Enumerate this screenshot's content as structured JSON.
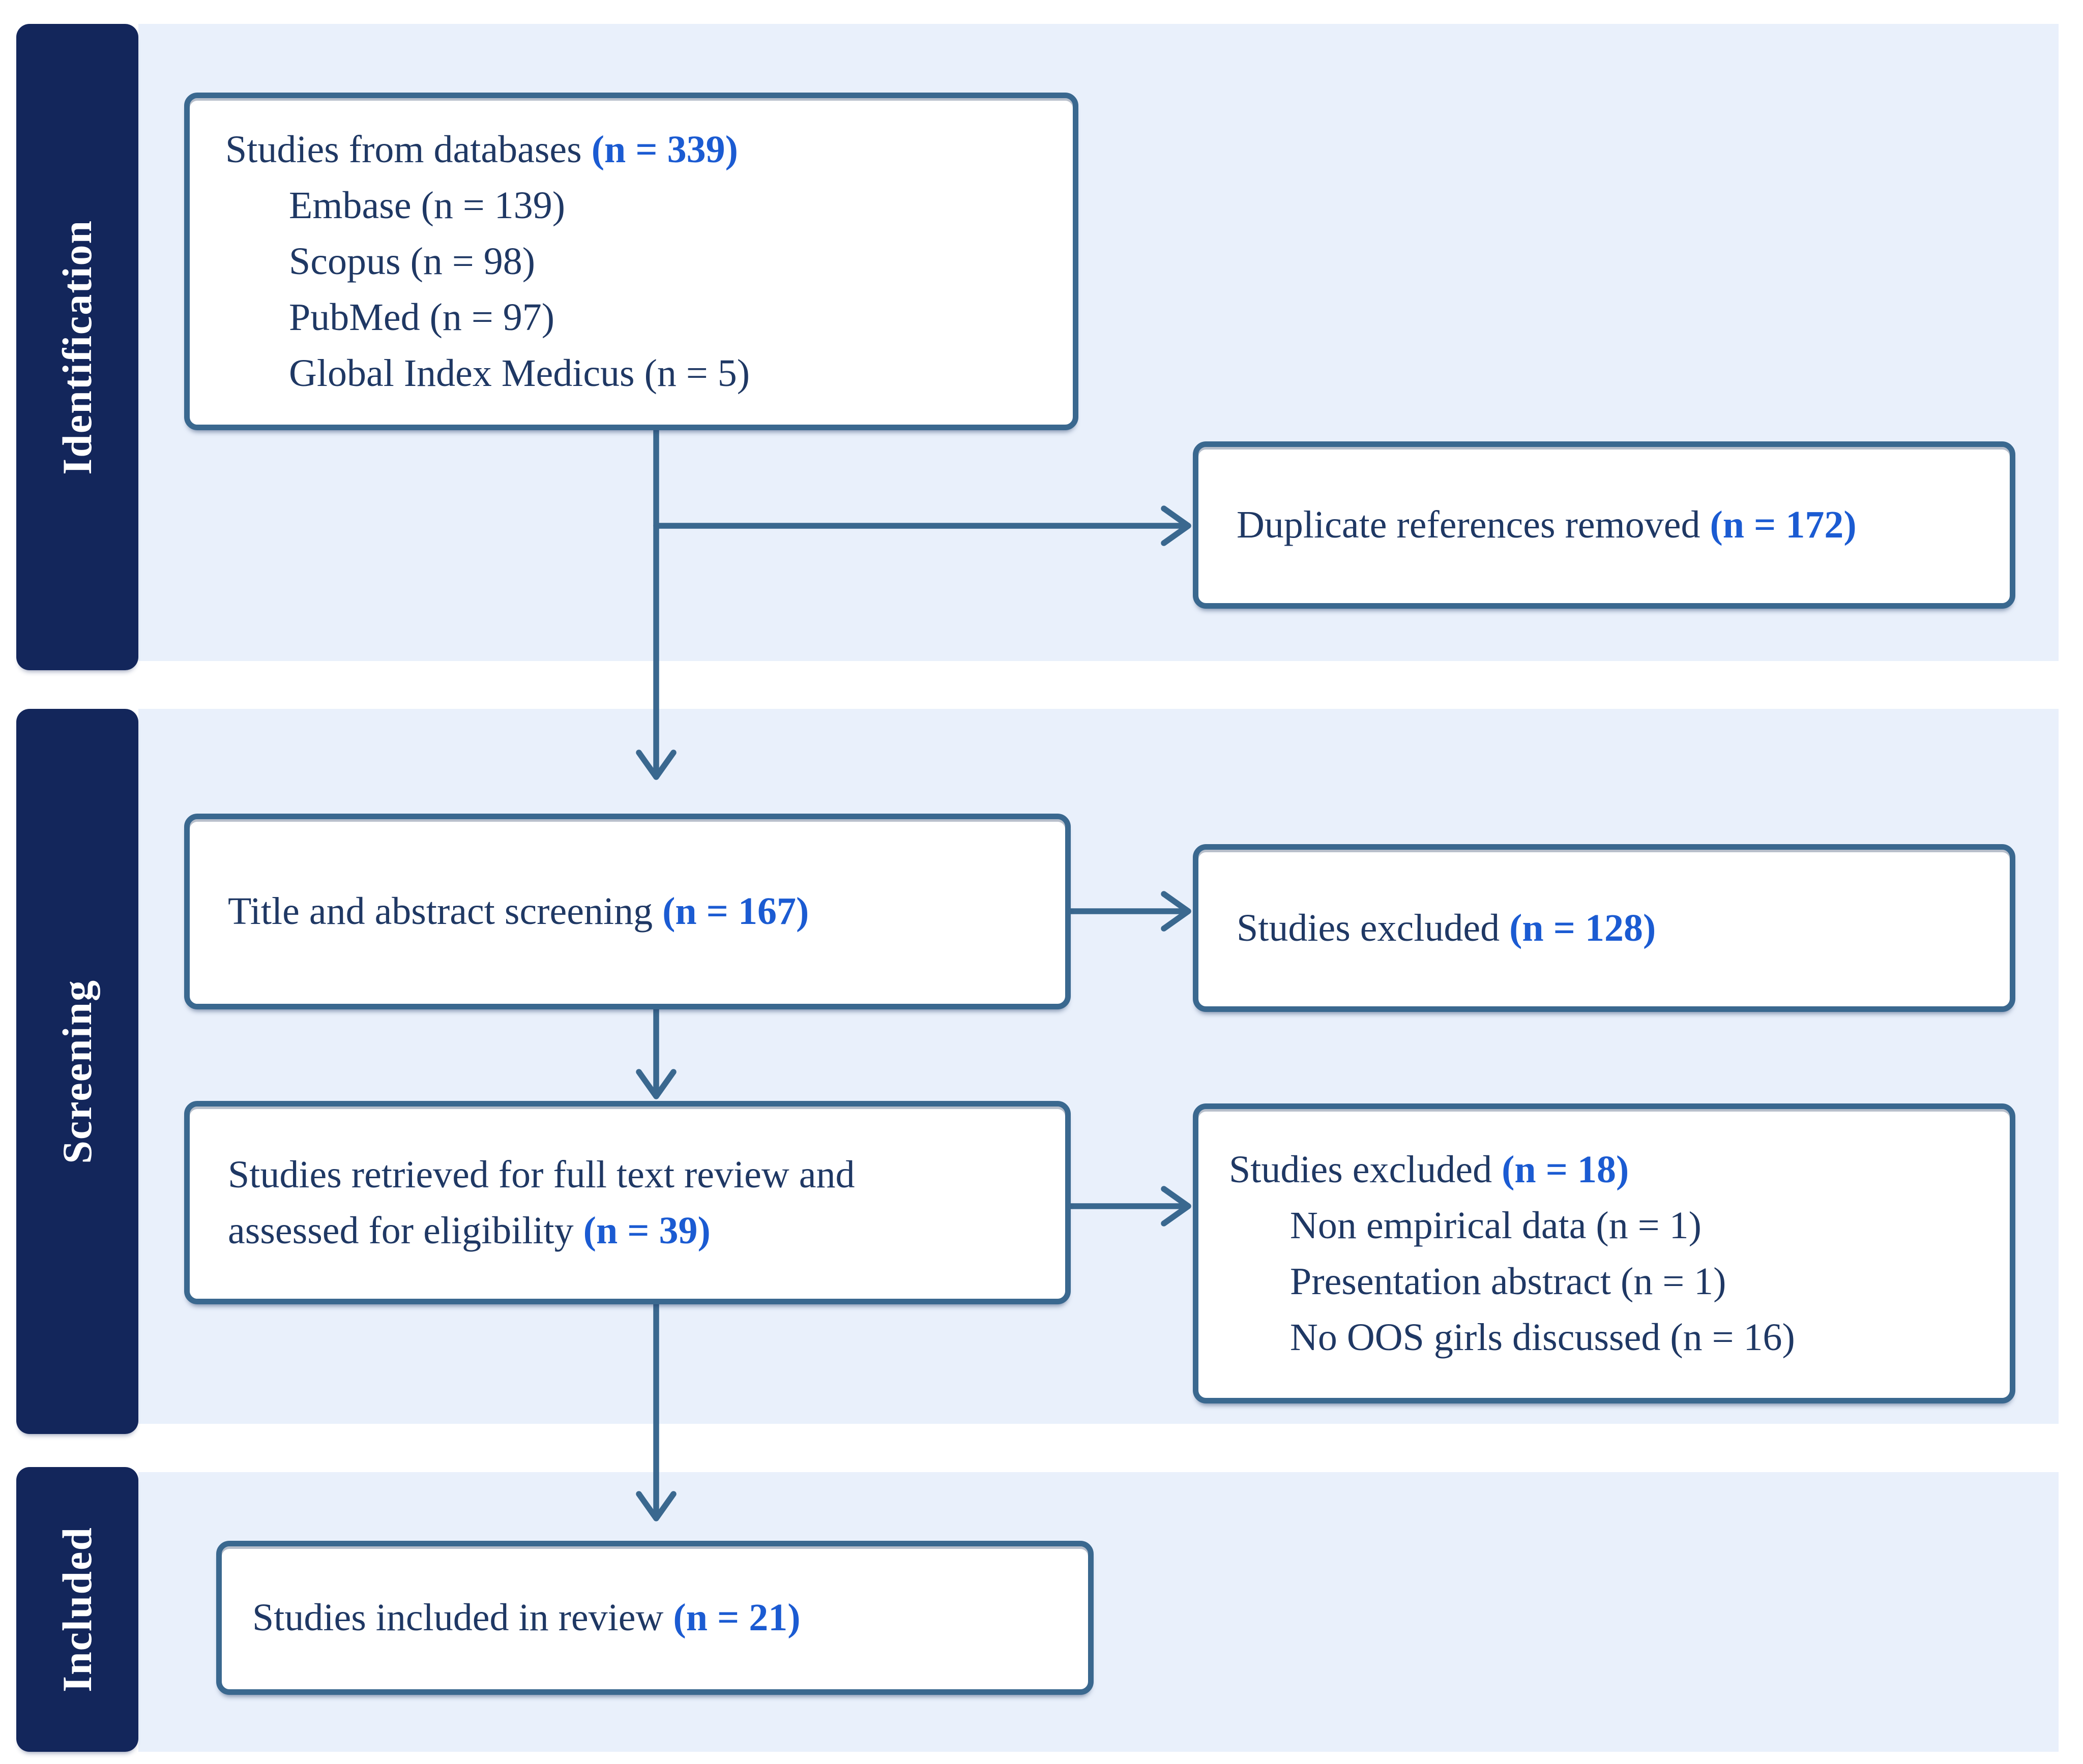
{
  "colors": {
    "navy": "#13265B",
    "panel": "#E9F0FB",
    "steel": "#3A688F",
    "ink": "#1F3864",
    "accent": "#1B5BD2",
    "boxbg": "#FFFFFF"
  },
  "stages": [
    {
      "label": "Identification"
    },
    {
      "label": "Screening"
    },
    {
      "label": "Included"
    }
  ],
  "boxes": {
    "databases": {
      "title_text": "Studies from databases ",
      "title_count": "(n = 339)",
      "items": [
        "Embase (n = 139)",
        "Scopus (n = 98)",
        "PubMed (n = 97)",
        "Global Index Medicus (n = 5)"
      ]
    },
    "duplicates": {
      "text": "Duplicate references removed ",
      "count": "(n = 172)"
    },
    "title_abstract": {
      "text": "Title and abstract screening ",
      "count": "(n = 167)"
    },
    "excluded_screening": {
      "text": "Studies excluded ",
      "count": "(n = 128)"
    },
    "full_text": {
      "line1": "Studies retrieved for full text review and",
      "line2_text": "assessed for eligibility ",
      "line2_count": "(n = 39)"
    },
    "excluded_full_text": {
      "title_text": "Studies excluded ",
      "title_count": "(n = 18)",
      "items": [
        "Non empirical data (n = 1)",
        "Presentation abstract (n = 1)",
        "No OOS girls discussed (n = 16)"
      ]
    },
    "included": {
      "text": "Studies included in review ",
      "count": "(n = 21)"
    }
  }
}
